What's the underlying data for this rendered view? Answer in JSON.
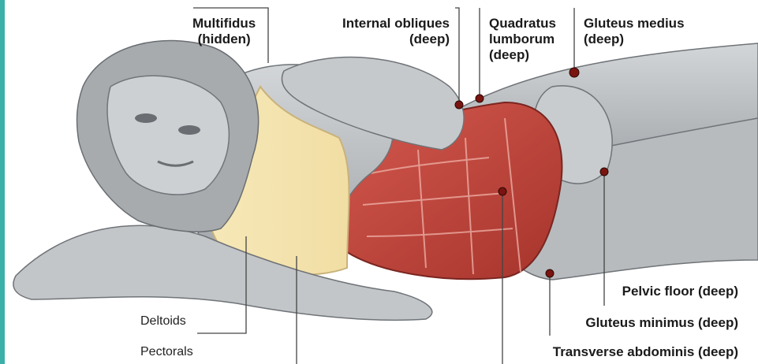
{
  "colors": {
    "accent_strip": "#3bb0a8",
    "skin": "#bfc3c6",
    "skin_dark": "#8a8e92",
    "muscle": "#c4473e",
    "muscle_dark": "#8f2a24",
    "top": "#f3e3b0",
    "callout_dot": "#7a1410",
    "leader": "#444444"
  },
  "labels": {
    "multifidus": [
      "Multifidus",
      "(hidden)"
    ],
    "internal_obliques": [
      "Internal obliques",
      "(deep)"
    ],
    "quadratus_lumborum": [
      "Quadratus",
      "lumborum",
      "(deep)"
    ],
    "gluteus_medius": [
      "Gluteus medius",
      "(deep)"
    ],
    "pelvic_floor": "Pelvic floor (deep)",
    "gluteus_minimus": "Gluteus minimus (deep)",
    "transverse_abdominis": "Transverse abdominis (deep)",
    "deltoids": "Deltoids",
    "pectorals": "Pectorals"
  }
}
